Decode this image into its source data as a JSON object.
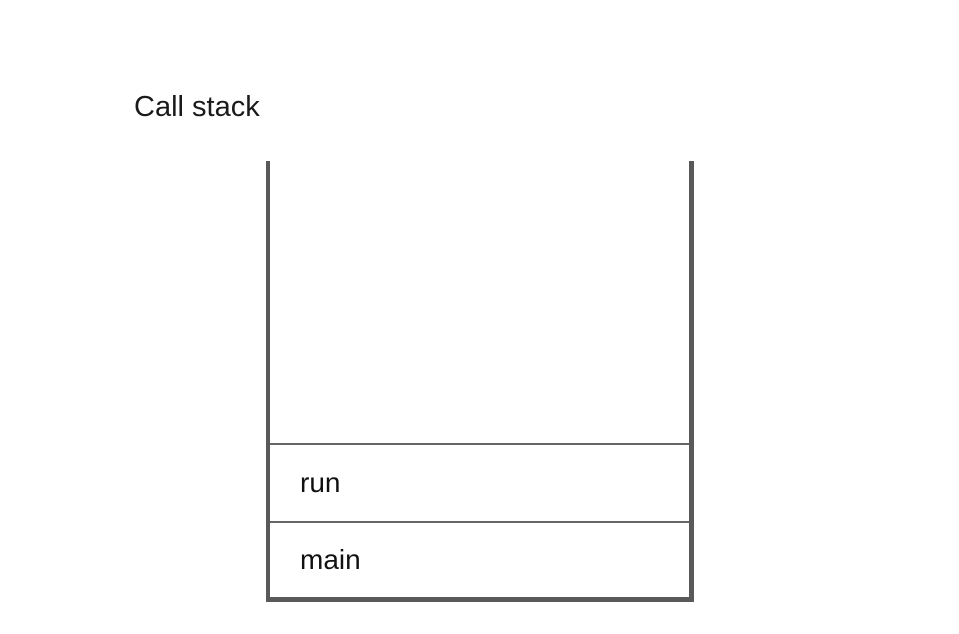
{
  "title": "Call stack",
  "stack": {
    "frames": [
      {
        "label": "run"
      },
      {
        "label": "main"
      }
    ]
  },
  "colors": {
    "background": "#ffffff",
    "container_wall": "#595959",
    "frame_divider": "#666666",
    "text": "#1a1a1a"
  }
}
